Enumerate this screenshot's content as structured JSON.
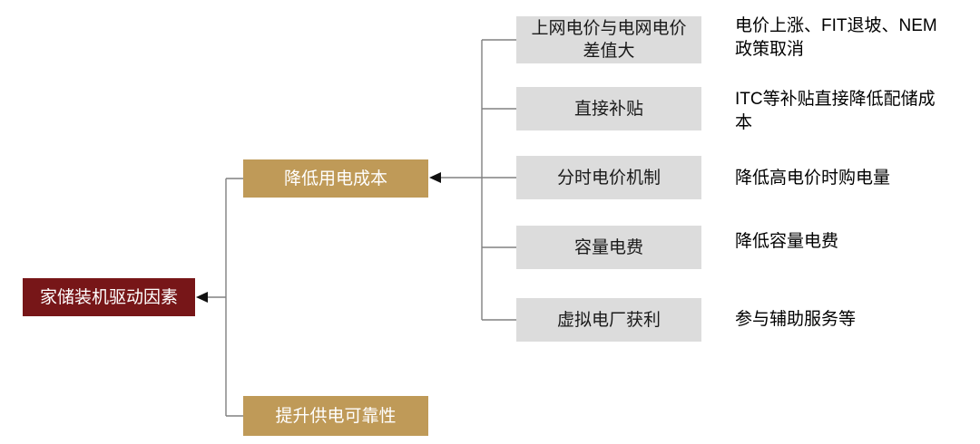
{
  "diagram": {
    "root": {
      "label": "家储装机驱动因素"
    },
    "branches": [
      {
        "label": "降低用电成本"
      },
      {
        "label": "提升供电可靠性"
      }
    ],
    "factors": [
      {
        "label": "上网电价与电网电价\n差值大",
        "note": "电价上涨、FIT退坡、NEM\n政策取消"
      },
      {
        "label": "直接补贴",
        "note": "ITC等补贴直接降低配储成\n本"
      },
      {
        "label": "分时电价机制",
        "note": "降低高电价时购电量"
      },
      {
        "label": "容量电费",
        "note": "降低容量电费"
      },
      {
        "label": "虚拟电厂获利",
        "note": "参与辅助服务等"
      }
    ],
    "colors": {
      "root_bg": "#771618",
      "root_text": "#ffffff",
      "branch_bg": "#BF9A58",
      "branch_text": "#ffffff",
      "factor_bg": "#DCDCDC",
      "factor_text": "#1a1a1a",
      "note_text": "#000000",
      "line": "#808080",
      "arrow": "#111111"
    }
  }
}
